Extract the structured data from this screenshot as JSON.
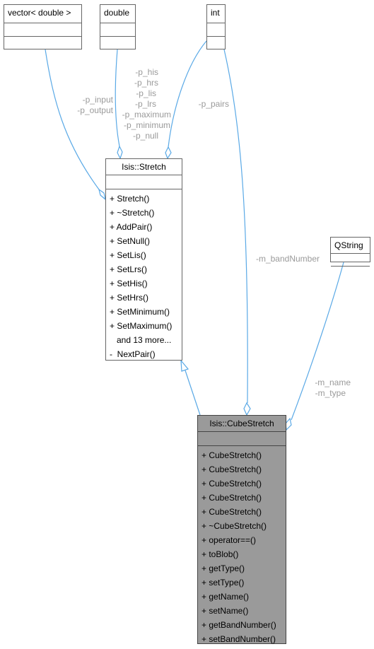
{
  "classes": {
    "vector": {
      "title": "vector< double >"
    },
    "double": {
      "title": "double"
    },
    "int": {
      "title": "int"
    },
    "qstring": {
      "title": "QString"
    },
    "stretch": {
      "title": "Isis::Stretch",
      "members": [
        "+ Stretch()",
        "+ ~Stretch()",
        "+ AddPair()",
        "+ SetNull()",
        "+ SetLis()",
        "+ SetLrs()",
        "+ SetHis()",
        "+ SetHrs()",
        "+ SetMinimum()",
        "+ SetMaximum()",
        "   and 13 more...",
        "-  NextPair()"
      ]
    },
    "cubestretch": {
      "title": "Isis::CubeStretch",
      "members": [
        "+ CubeStretch()",
        "+ CubeStretch()",
        "+ CubeStretch()",
        "+ CubeStretch()",
        "+ CubeStretch()",
        "+ ~CubeStretch()",
        "+ operator==()",
        "+ toBlob()",
        "+ getType()",
        "+ setType()",
        "+ getName()",
        "+ setName()",
        "+ getBandNumber()",
        "+ setBandNumber()"
      ]
    }
  },
  "edge_labels": {
    "vector_stretch": [
      "-p_input",
      "-p_output"
    ],
    "double_stretch": [
      "-p_his",
      "-p_hrs",
      "-p_lis",
      "-p_lrs",
      "-p_maximum",
      "-p_minimum",
      "-p_null"
    ],
    "int_stretch": [
      "-p_pairs"
    ],
    "int_cubestretch": [
      "-m_bandNumber"
    ],
    "qstring_cubestretch": [
      "-m_name",
      "-m_type"
    ]
  },
  "colors": {
    "edge": "#5aa9e6",
    "box_border": "#666666",
    "highlight_fill": "#9a9a9a",
    "label_text": "#9a9a9a"
  }
}
